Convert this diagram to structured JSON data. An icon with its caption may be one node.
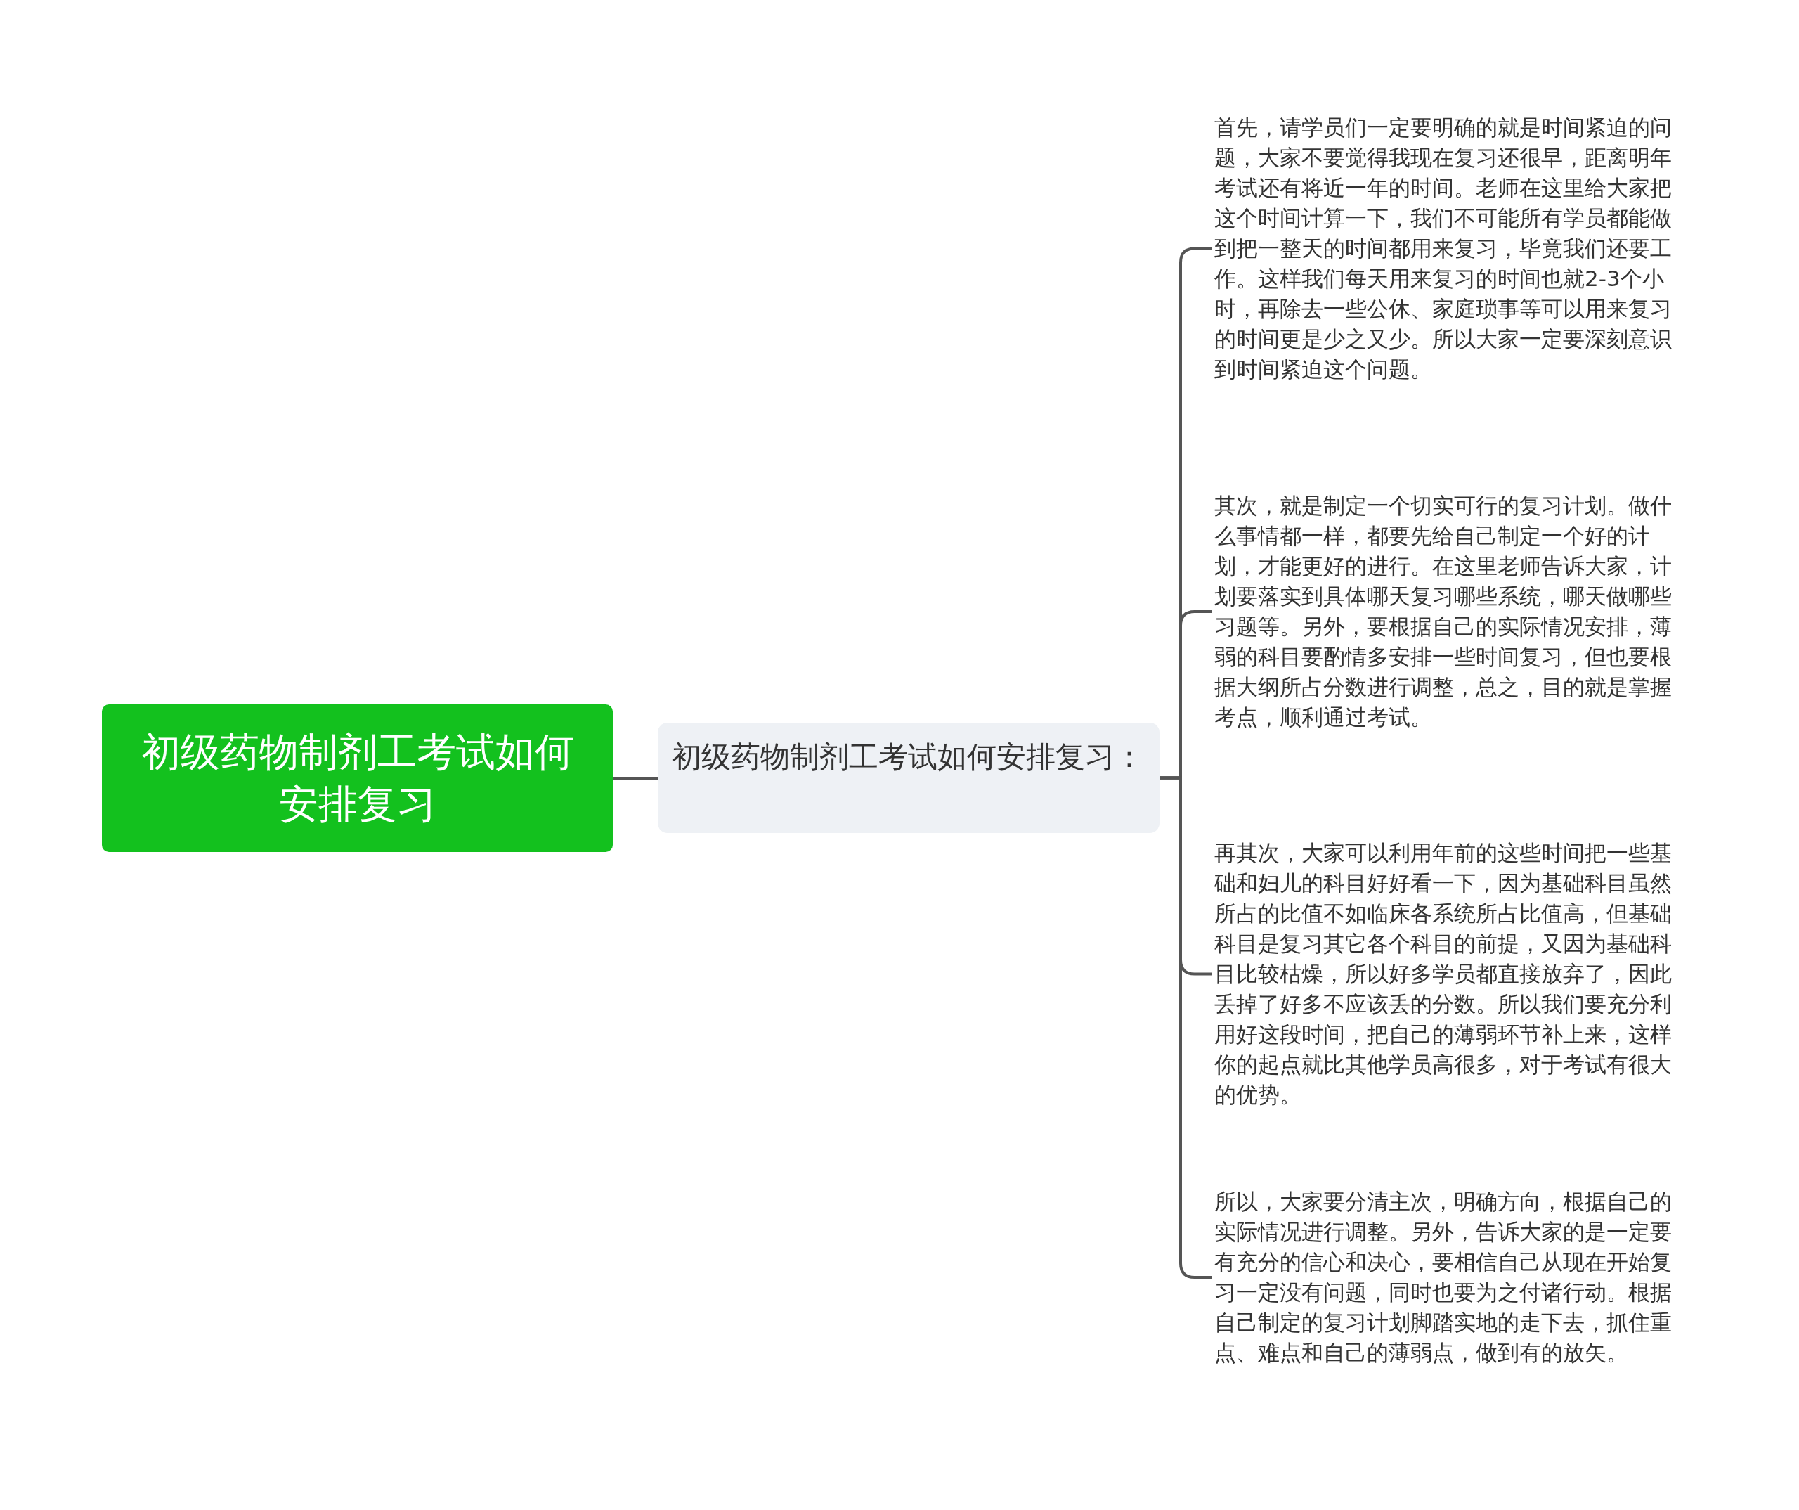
{
  "diagram": {
    "nodes": [
      {
        "text": [
          "初级药物制剂工考试如何安排复习"
        ]
      },
      {
        "text": [
          "初级药物制剂工考试如何安排复习："
        ]
      },
      {
        "text": [
          "首先，请学员们一定要明确的就是时间紧迫的问题，大家不要觉得我现在复习还很早，距离明年考试还有将近一年的时间。老师在这里给大家把这个时间计算一下，我们不可能所有学员都能做到把一整天的时间都用来复习，毕竟我们还要工作。这样我们每天用来复习的时间也就2-3个小时，再除去一些公休、家庭琐事等可以用来复习的时间更是少之又少。所以大家一定要深刻意识到时间紧迫这个问题。"
        ]
      },
      {
        "text": [
          "其次，就是制定一个切实可行的复习计划。做什么事情都一样，都要先给自己制定一个好的计划，才能更好的进行。在这里老师告诉大家，计划要落实到具体哪天复习哪些系统，哪天做哪些习题等。另外，要根据自己的实际情况安排，薄弱的科目要酌情多安排一些时间复习，但也要根据大纲所占分数进行调整，总之，目的就是掌握考点，顺利通过考试。"
        ]
      },
      {
        "text": [
          "再其次，大家可以利用年前的这些时间把一些基础和妇儿的科目好好看一下，因为基础科目虽然所占的比值不如临床各系统所占比值高，但基础科目是复习其它各个科目的前提，又因为基础科目比较枯燥，所以好多学员都直接放弃了，因此丢掉了好多不应该丢的分数。所以我们要充分利用好这段时间，把自己的薄弱环节补上来，这样你的起点就比其他学员高很多，对于考试有很大的优势。"
        ]
      },
      {
        "text": [
          "所以，大家要分清主次，明确方向，根据自己的实际情况进行调整。另外，告诉大家的是一定要有充分的信心和决心，要相信自己从现在开始复习一定没有问题，同时也要为之付诸行动。根据自己制定的复习计划脚踏实地的走下去，抓住重点、难点和自己的薄弱点，做到有的放矢。"
        ]
      }
    ],
    "edges": [
      {
        "from": 0,
        "to": 1,
        "arrow": "none"
      },
      {
        "from": 1,
        "to": 2,
        "arrow": "none"
      },
      {
        "from": 1,
        "to": 3,
        "arrow": "none"
      },
      {
        "from": 1,
        "to": 4,
        "arrow": "none"
      },
      {
        "from": 1,
        "to": 5,
        "arrow": "none"
      }
    ]
  }
}
